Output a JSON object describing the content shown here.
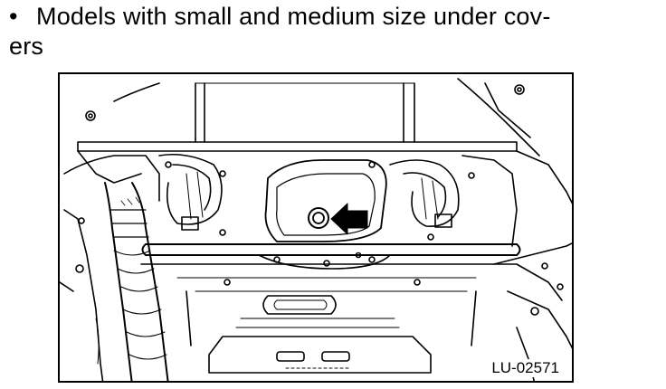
{
  "instruction": {
    "bullet": "•",
    "line1": "Models with small and medium size under cov-",
    "line2": "ers"
  },
  "figure": {
    "id_label": "LU-02571",
    "arrow_icon": "drain-plug-arrow-icon"
  }
}
